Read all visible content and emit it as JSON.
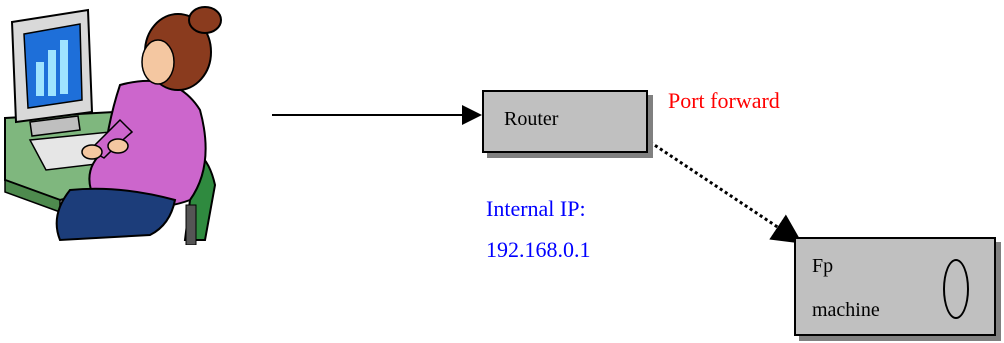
{
  "router": {
    "label": "Router"
  },
  "fp_machine": {
    "line1": "Fp",
    "line2": "machine"
  },
  "annotations": {
    "port_forward": "Port forward",
    "internal_ip_label": "Internal IP:",
    "internal_ip_value": "192.168.0.1"
  },
  "colors": {
    "port_forward": "#ff0000",
    "internal_ip": "#0000ff",
    "box_fill": "#c0c0c0",
    "box_shadow": "#808080"
  },
  "icons": {
    "user": "user-at-computer-icon"
  }
}
